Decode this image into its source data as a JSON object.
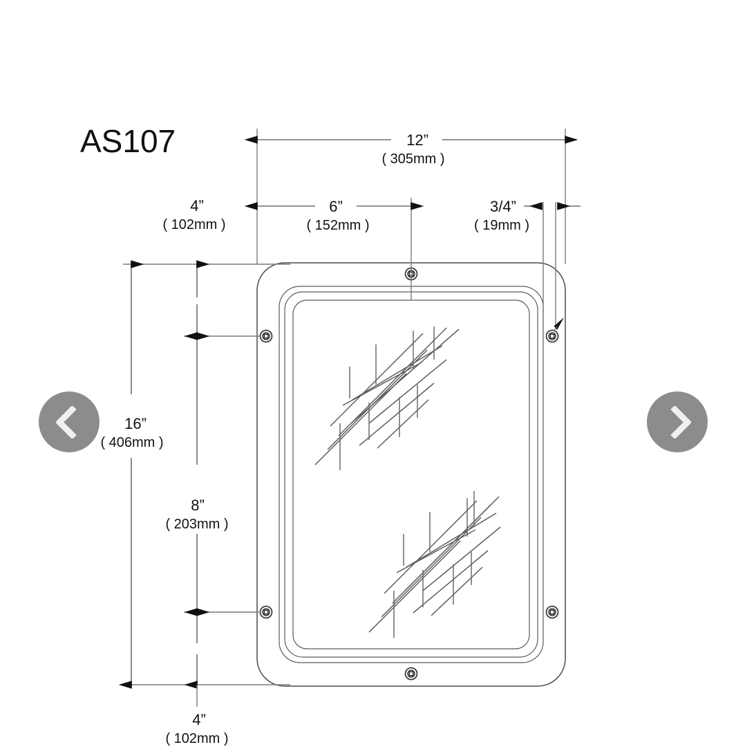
{
  "viewer": {
    "background_color": "#ffffff",
    "nav": {
      "prev_label": "Previous image",
      "prev_icon": "chevron-left-icon",
      "next_label": "Next image",
      "next_icon": "chevron-right-icon",
      "button_color": "#8c8c8c",
      "chevron_color": "#f0f0f0"
    }
  },
  "drawing": {
    "title": "AS107",
    "line_color": "#4a4a4a",
    "dimension_color": "#111111",
    "dimensions": {
      "overall_width": {
        "inch": "12”",
        "mm": "( 305mm )"
      },
      "hole_spacing_width": {
        "inch": "6”",
        "mm": "( 152mm )"
      },
      "flange_width": {
        "inch": "3/4”",
        "mm": "( 19mm )"
      },
      "top_inset": {
        "inch": "4”",
        "mm": "( 102mm )"
      },
      "overall_height": {
        "inch": "16”",
        "mm": "( 406mm )"
      },
      "hole_spacing_height": {
        "inch": "8”",
        "mm": "( 203mm )"
      },
      "bottom_inset": {
        "inch": "4”",
        "mm": "( 102mm )"
      }
    },
    "features": {
      "screws_label": "mounting-screw",
      "screw_count": 6,
      "vent_label": "louver-hatch-detail",
      "vent_count": 2,
      "leader_label": "screw-callout-leader"
    }
  }
}
